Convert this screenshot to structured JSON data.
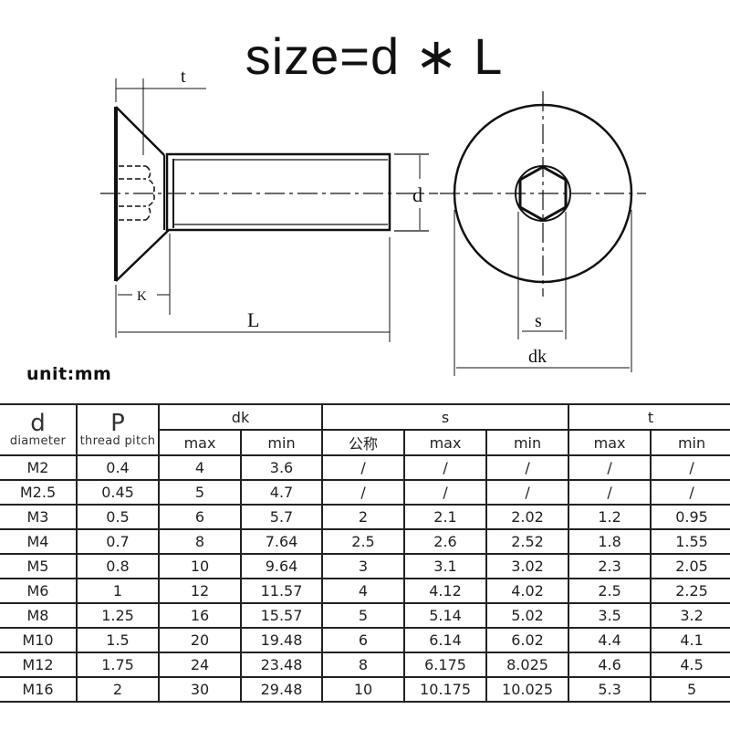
{
  "title": "size=d ∗ L",
  "unit_label": "unit:mm",
  "drawing": {
    "side_view_labels": {
      "t": "t",
      "d": "d",
      "K": "K",
      "L": "L"
    },
    "top_view_labels": {
      "s": "s",
      "dk": "dk"
    }
  },
  "table": {
    "header": {
      "d_symbol": "d",
      "d_desc": "diameter",
      "p_symbol": "P",
      "p_desc": "thread pitch",
      "dk": "dk",
      "s": "s",
      "t": "t",
      "sub": {
        "dk_max": "max",
        "dk_min": "min",
        "s_nominal": "公称",
        "s_max": "max",
        "s_min": "min",
        "t_max": "max",
        "t_min": "min"
      }
    },
    "rows": [
      [
        "M2",
        "0.4",
        "4",
        "3.6",
        "/",
        "/",
        "/",
        "/",
        "/"
      ],
      [
        "M2.5",
        "0.45",
        "5",
        "4.7",
        "/",
        "/",
        "/",
        "/",
        "/"
      ],
      [
        "M3",
        "0.5",
        "6",
        "5.7",
        "2",
        "2.1",
        "2.02",
        "1.2",
        "0.95"
      ],
      [
        "M4",
        "0.7",
        "8",
        "7.64",
        "2.5",
        "2.6",
        "2.52",
        "1.8",
        "1.55"
      ],
      [
        "M5",
        "0.8",
        "10",
        "9.64",
        "3",
        "3.1",
        "3.02",
        "2.3",
        "2.05"
      ],
      [
        "M6",
        "1",
        "12",
        "11.57",
        "4",
        "4.12",
        "4.02",
        "2.5",
        "2.25"
      ],
      [
        "M8",
        "1.25",
        "16",
        "15.57",
        "5",
        "5.14",
        "5.02",
        "3.5",
        "3.2"
      ],
      [
        "M10",
        "1.5",
        "20",
        "19.48",
        "6",
        "6.14",
        "6.02",
        "4.4",
        "4.1"
      ],
      [
        "M12",
        "1.75",
        "24",
        "23.48",
        "8",
        "6.175",
        "8.025",
        "4.6",
        "4.5"
      ],
      [
        "M16",
        "2",
        "30",
        "29.48",
        "10",
        "10.175",
        "10.025",
        "5.3",
        "5"
      ]
    ]
  }
}
